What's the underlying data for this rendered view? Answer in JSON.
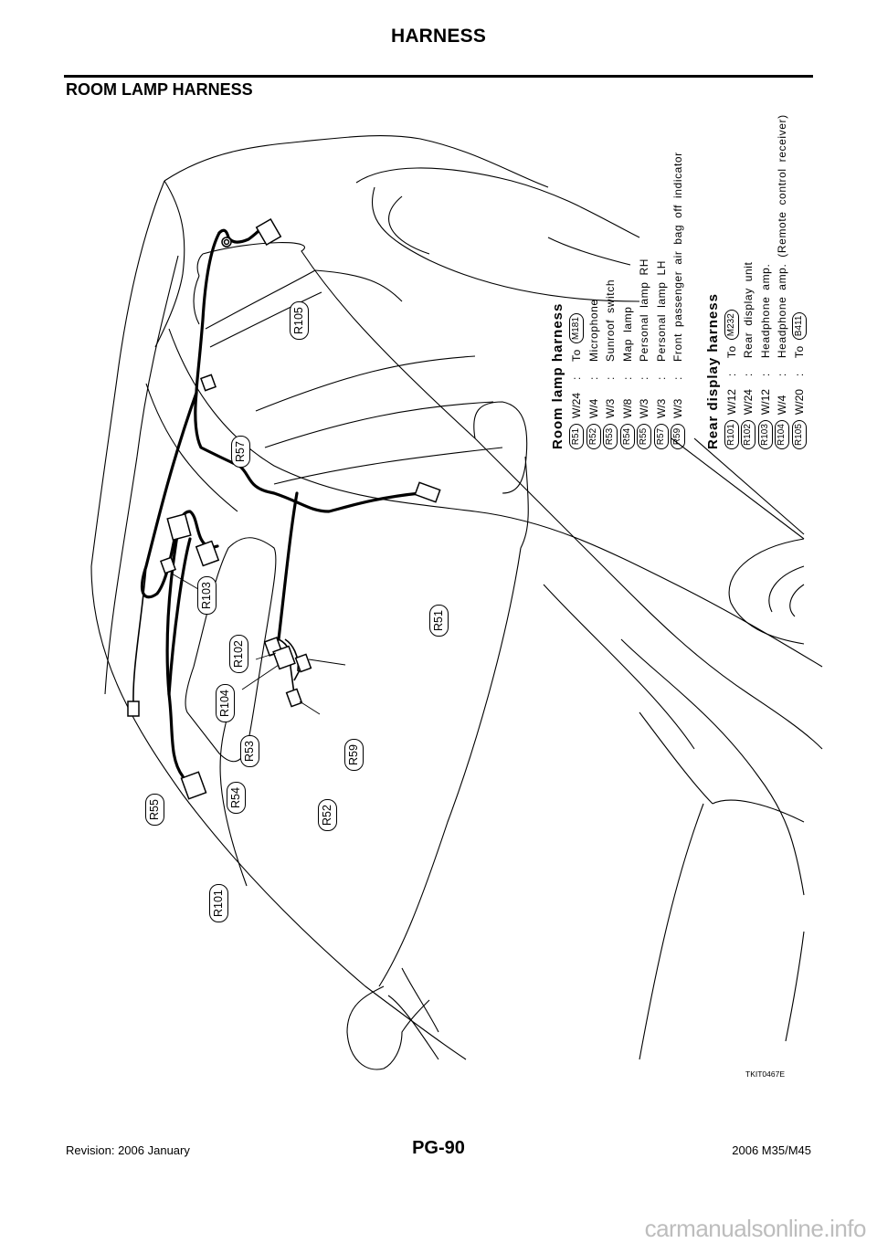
{
  "header": {
    "title": "HARNESS",
    "section_title": "ROOM LAMP HARNESS"
  },
  "diagram": {
    "figure_id": "TKIT0467E",
    "connector_labels": {
      "R105": "R105",
      "R57": "R57",
      "R103": "R103",
      "R102": "R102",
      "R104": "R104",
      "R51": "R51",
      "R53": "R53",
      "R54": "R54",
      "R59": "R59",
      "R52": "R52",
      "R55": "R55",
      "R101": "R101"
    }
  },
  "legend": {
    "room_lamp_harness": {
      "title": "Room  lamp  harness",
      "rows": [
        {
          "connector": "R51",
          "wires": "W/24",
          "sep": ":",
          "desc": "To",
          "ref": "M181"
        },
        {
          "connector": "R52",
          "wires": "W/4",
          "sep": ":",
          "desc": "Microphone",
          "ref": ""
        },
        {
          "connector": "R53",
          "wires": "W/3",
          "sep": ":",
          "desc": "Sunroof  switch",
          "ref": ""
        },
        {
          "connector": "R54",
          "wires": "W/8",
          "sep": ":",
          "desc": "Map  lamp",
          "ref": ""
        },
        {
          "connector": "R55",
          "wires": "W/3",
          "sep": ":",
          "desc": "Personal  lamp  RH",
          "ref": ""
        },
        {
          "connector": "R57",
          "wires": "W/3",
          "sep": ":",
          "desc": "Personal  lamp  LH",
          "ref": ""
        },
        {
          "connector": "R59",
          "wires": "W/3",
          "sep": ":",
          "desc": "Front  passenger  air  bag  off  indicator",
          "ref": ""
        }
      ]
    },
    "rear_display_harness": {
      "title": "Rear  display  harness",
      "rows": [
        {
          "connector": "R101",
          "wires": "W/12",
          "sep": ":",
          "desc": "To",
          "ref": "M232"
        },
        {
          "connector": "R102",
          "wires": "W/24",
          "sep": ":",
          "desc": "Rear  display  unit",
          "ref": ""
        },
        {
          "connector": "R103",
          "wires": "W/12",
          "sep": ":",
          "desc": "Headphone  amp.",
          "ref": ""
        },
        {
          "connector": "R104",
          "wires": "W/4",
          "sep": ":",
          "desc": "Headphone  amp.  (Remote  control  receiver)",
          "ref": ""
        },
        {
          "connector": "R105",
          "wires": "W/20",
          "sep": ":",
          "desc": "To",
          "ref": "B411"
        }
      ]
    }
  },
  "footer": {
    "revision": "Revision: 2006 January",
    "page_number": "PG-90",
    "model": "2006 M35/M45",
    "watermark": "carmanualsonline.info"
  }
}
